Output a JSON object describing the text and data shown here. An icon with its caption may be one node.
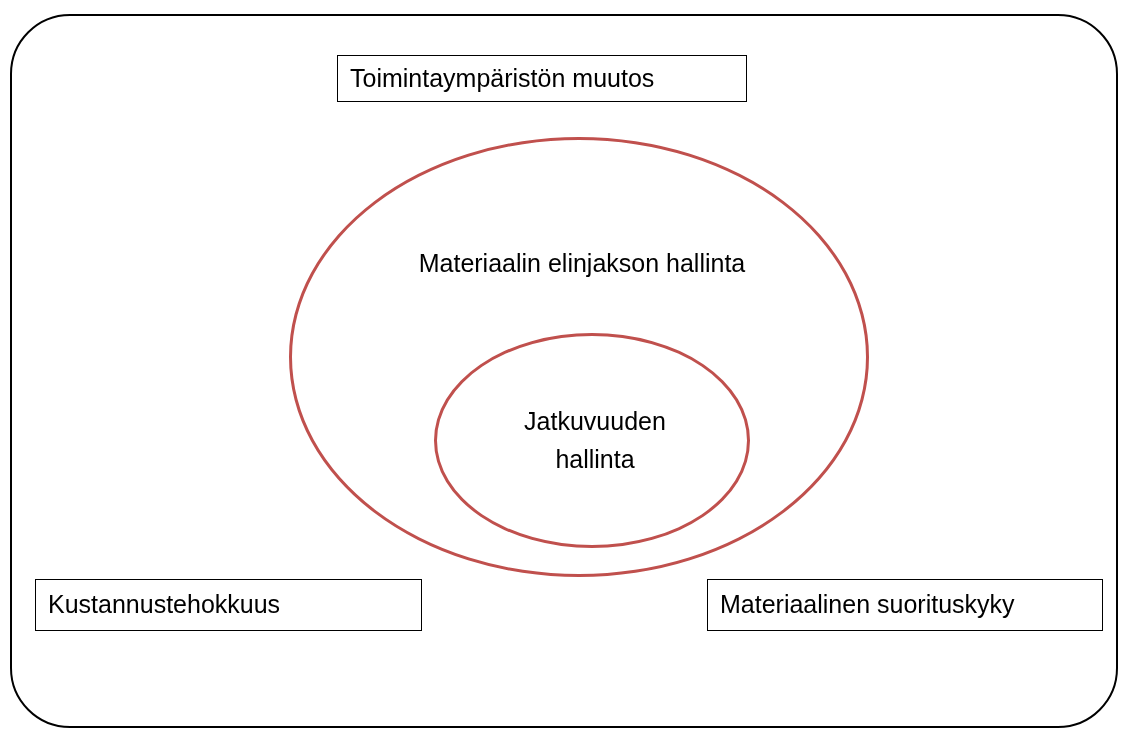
{
  "diagram": {
    "nodes": [
      {
        "text": [],
        "shape": "box"
      },
      {
        "text": [
          "Toimintaympäristön muutos"
        ],
        "in": 0
      },
      {
        "text": [
          "Materiaalin elinjakson hallinta"
        ],
        "in": 0
      },
      {
        "text": [
          "Jatkuvuuden hallinta"
        ],
        "in": 2
      },
      {
        "text": [
          "Kustannustehokkuus"
        ],
        "in": 0
      },
      {
        "text": [
          "Materiaalinen suorituskyky"
        ],
        "in": 0
      }
    ]
  }
}
